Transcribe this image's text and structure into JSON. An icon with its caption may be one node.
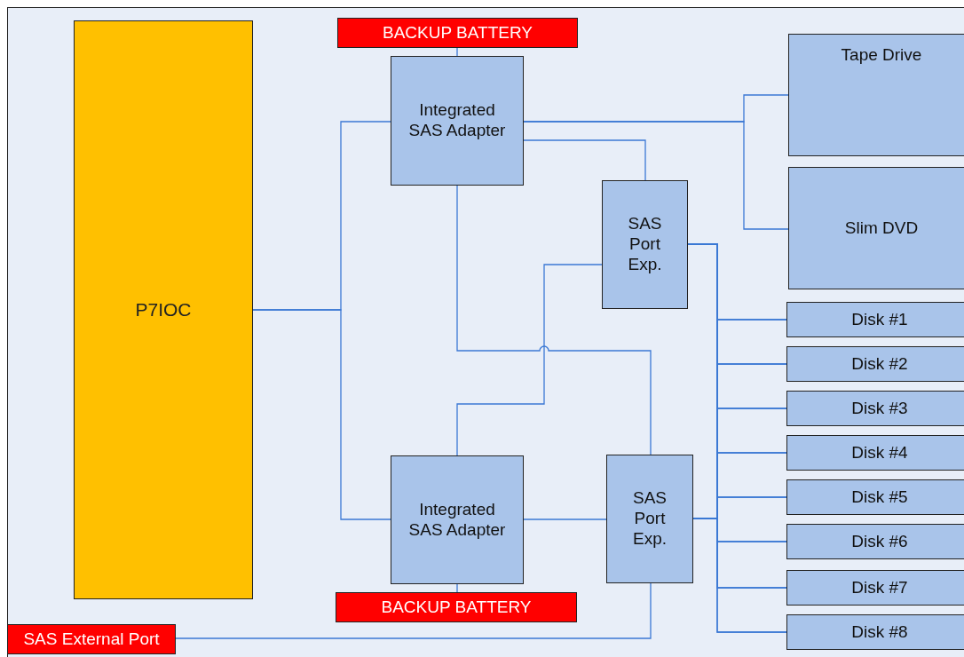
{
  "diagram": {
    "nodes": [
      {
        "text": [
          "P7IOC"
        ]
      },
      {
        "text": [
          "BACKUP BATTERY"
        ]
      },
      {
        "text": [
          "Integrated SAS Adapter"
        ]
      },
      {
        "text": [
          "SAS Port Exp."
        ]
      },
      {
        "text": [
          "Tape Drive"
        ]
      },
      {
        "text": [
          "Slim DVD"
        ]
      },
      {
        "text": [
          "Disk #1"
        ]
      },
      {
        "text": [
          "Disk #2"
        ]
      },
      {
        "text": [
          "Disk #3"
        ]
      },
      {
        "text": [
          "Disk #4"
        ]
      },
      {
        "text": [
          "Disk #5"
        ]
      },
      {
        "text": [
          "Disk #6"
        ]
      },
      {
        "text": [
          "Disk #7"
        ]
      },
      {
        "text": [
          "Disk #8"
        ]
      },
      {
        "text": [
          "Integrated SAS Adapter"
        ]
      },
      {
        "text": [
          "SAS Port Exp."
        ]
      },
      {
        "text": [
          "BACKUP BATTERY"
        ]
      },
      {
        "text": [
          "SAS External Port"
        ]
      }
    ],
    "edges": [
      {
        "from": 0,
        "to": 2,
        "arrow": "none"
      },
      {
        "from": 0,
        "to": 14,
        "arrow": "none"
      },
      {
        "from": 1,
        "to": 2,
        "arrow": "none"
      },
      {
        "from": 2,
        "to": 4,
        "arrow": "none"
      },
      {
        "from": 2,
        "to": 5,
        "arrow": "none"
      },
      {
        "from": 2,
        "to": 3,
        "arrow": "none"
      },
      {
        "from": 2,
        "to": 15,
        "arrow": "none"
      },
      {
        "from": 3,
        "to": 14,
        "arrow": "none"
      },
      {
        "from": 3,
        "to": 6,
        "arrow": "none"
      },
      {
        "from": 3,
        "to": 7,
        "arrow": "none"
      },
      {
        "from": 3,
        "to": 8,
        "arrow": "none"
      },
      {
        "from": 3,
        "to": 9,
        "arrow": "none"
      },
      {
        "from": 3,
        "to": 10,
        "arrow": "none"
      },
      {
        "from": 3,
        "to": 11,
        "arrow": "none"
      },
      {
        "from": 3,
        "to": 12,
        "arrow": "none"
      },
      {
        "from": 3,
        "to": 13,
        "arrow": "none"
      },
      {
        "from": 14,
        "to": 15,
        "arrow": "none"
      },
      {
        "from": 15,
        "to": 6,
        "arrow": "none"
      },
      {
        "from": 15,
        "to": 7,
        "arrow": "none"
      },
      {
        "from": 15,
        "to": 8,
        "arrow": "none"
      },
      {
        "from": 15,
        "to": 9,
        "arrow": "none"
      },
      {
        "from": 15,
        "to": 10,
        "arrow": "none"
      },
      {
        "from": 15,
        "to": 11,
        "arrow": "none"
      },
      {
        "from": 15,
        "to": 12,
        "arrow": "none"
      },
      {
        "from": 15,
        "to": 13,
        "arrow": "none"
      },
      {
        "from": 14,
        "to": 16,
        "arrow": "none"
      },
      {
        "from": 17,
        "to": 15,
        "arrow": "none"
      }
    ]
  }
}
